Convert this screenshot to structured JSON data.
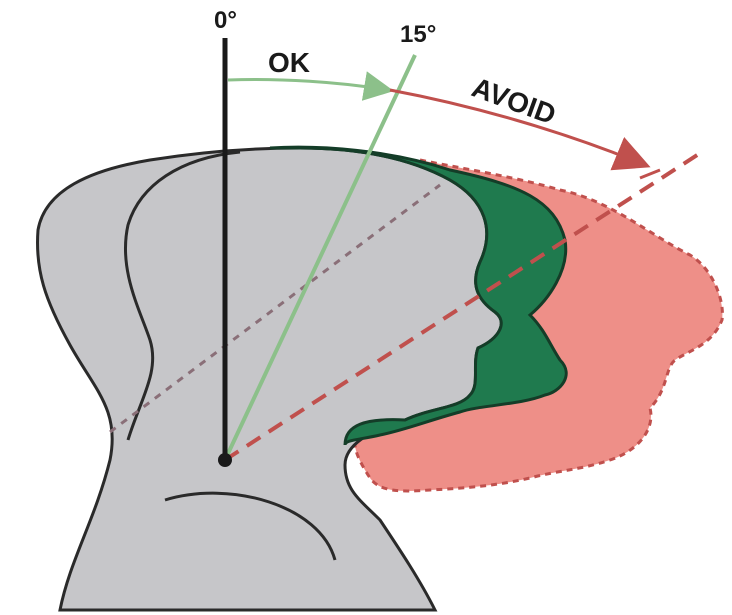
{
  "labels": {
    "neutral_angle": "0°",
    "ok_limit_angle": "15°",
    "ok": "OK",
    "avoid": "AVOID"
  },
  "colors": {
    "background": "#ffffff",
    "body_fill": "#c6c6c9",
    "outline": "#2a2a2a",
    "ok_zone": "#1f7a4e",
    "avoid_zone": "#ee8f88",
    "ok_arrow": "#8cc08a",
    "avoid_arrow": "#c0504d",
    "vertical_axis": "#1a1a1a"
  },
  "angles": {
    "neutral": 0,
    "ok_limit": 15
  }
}
